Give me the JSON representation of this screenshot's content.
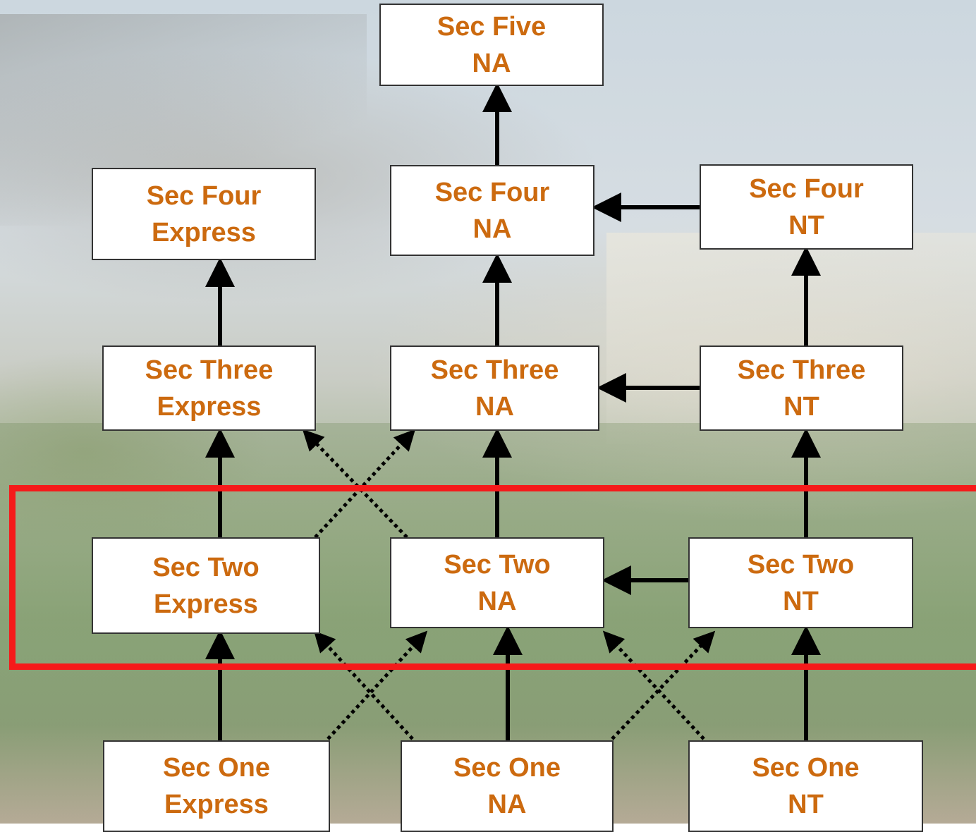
{
  "colors": {
    "box_text": "#cc6a0f",
    "arrow": "#000000",
    "highlight": "#f51a1a"
  },
  "nodes": {
    "sec5_na": {
      "line1": "Sec Five",
      "line2": "NA"
    },
    "sec4_ex": {
      "line1": "Sec Four",
      "line2": "Express"
    },
    "sec4_na": {
      "line1": "Sec Four",
      "line2": "NA"
    },
    "sec4_nt": {
      "line1": "Sec Four",
      "line2": "NT"
    },
    "sec3_ex": {
      "line1": "Sec Three",
      "line2": "Express"
    },
    "sec3_na": {
      "line1": "Sec Three",
      "line2": "NA"
    },
    "sec3_nt": {
      "line1": "Sec Three",
      "line2": "NT"
    },
    "sec2_ex": {
      "line1": "Sec Two",
      "line2": "Express"
    },
    "sec2_na": {
      "line1": "Sec Two",
      "line2": "NA"
    },
    "sec2_nt": {
      "line1": "Sec Two",
      "line2": "NT"
    },
    "sec1_ex": {
      "line1": "Sec One",
      "line2": "Express"
    },
    "sec1_na": {
      "line1": "Sec One",
      "line2": "NA"
    },
    "sec1_nt": {
      "line1": "Sec One",
      "line2": "NT"
    }
  },
  "edges": [
    {
      "from": "sec4_na",
      "to": "sec5_na",
      "style": "solid"
    },
    {
      "from": "sec3_ex",
      "to": "sec4_ex",
      "style": "solid"
    },
    {
      "from": "sec3_na",
      "to": "sec4_na",
      "style": "solid"
    },
    {
      "from": "sec3_nt",
      "to": "sec4_nt",
      "style": "solid"
    },
    {
      "from": "sec4_nt",
      "to": "sec4_na",
      "style": "solid"
    },
    {
      "from": "sec3_nt",
      "to": "sec3_na",
      "style": "solid"
    },
    {
      "from": "sec2_ex",
      "to": "sec3_ex",
      "style": "solid"
    },
    {
      "from": "sec2_na",
      "to": "sec3_na",
      "style": "solid"
    },
    {
      "from": "sec2_nt",
      "to": "sec3_nt",
      "style": "solid"
    },
    {
      "from": "sec2_ex",
      "to": "sec3_na",
      "style": "dotted"
    },
    {
      "from": "sec2_na",
      "to": "sec3_ex",
      "style": "dotted"
    },
    {
      "from": "sec2_nt",
      "to": "sec2_na",
      "style": "solid"
    },
    {
      "from": "sec1_ex",
      "to": "sec2_ex",
      "style": "solid"
    },
    {
      "from": "sec1_na",
      "to": "sec2_na",
      "style": "solid"
    },
    {
      "from": "sec1_nt",
      "to": "sec2_nt",
      "style": "solid"
    },
    {
      "from": "sec1_ex",
      "to": "sec2_na",
      "style": "dotted"
    },
    {
      "from": "sec1_na",
      "to": "sec2_ex",
      "style": "dotted"
    },
    {
      "from": "sec1_na",
      "to": "sec2_nt",
      "style": "dotted"
    },
    {
      "from": "sec1_nt",
      "to": "sec2_na",
      "style": "dotted"
    }
  ],
  "highlight": {
    "row": "Sec Two"
  }
}
